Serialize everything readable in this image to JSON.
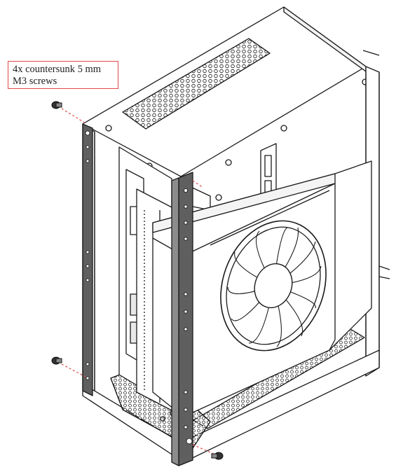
{
  "callout": {
    "line1": "4x countersunk 5 mm",
    "line2": "M3 screws"
  },
  "colors": {
    "outline": "#1a1a1a",
    "rail": "#5f5f5f",
    "leader": "#e04a4a",
    "callout_border": "#e04a4a"
  },
  "icons": {
    "screw": "countersunk-screw-icon",
    "fan": "fan-icon",
    "rail": "mounting-rail"
  }
}
